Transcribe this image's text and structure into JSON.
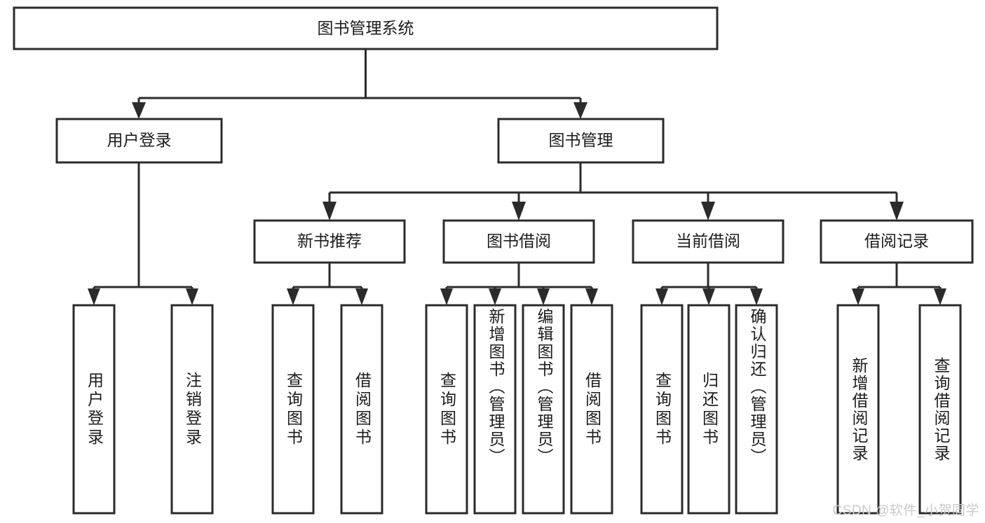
{
  "diagram": {
    "title": "图书管理系统",
    "type": "tree-hierarchy",
    "watermark": "CSDN @软件_小贺同学",
    "colors": {
      "box_stroke": "#2b2b2b",
      "box_fill": "#ffffff",
      "text": "#1c1c1c",
      "connector": "#2b2b2b",
      "background": "#ffffff",
      "watermark": "#c9c9c9"
    },
    "root": {
      "label": "图书管理系统"
    },
    "level1": [
      {
        "label": "用户登录"
      },
      {
        "label": "图书管理"
      }
    ],
    "level2": [
      {
        "label": "新书推荐"
      },
      {
        "label": "图书借阅"
      },
      {
        "label": "当前借阅"
      },
      {
        "label": "借阅记录"
      }
    ],
    "leaves": {
      "user_login": [
        {
          "label": "用户登录"
        },
        {
          "label": "注销登录"
        }
      ],
      "new_book_recommend": [
        {
          "label": "查询图书"
        },
        {
          "label": "借阅图书"
        }
      ],
      "book_borrow": [
        {
          "label": "查询图书"
        },
        {
          "label": "新增图书（管理员）"
        },
        {
          "label": "编辑图书（管理员）"
        },
        {
          "label": "借阅图书"
        }
      ],
      "current_borrow": [
        {
          "label": "查询图书"
        },
        {
          "label": "归还图书"
        },
        {
          "label": "确认归还（管理员）"
        }
      ],
      "borrow_record": [
        {
          "label": "新增借阅记录"
        },
        {
          "label": "查询借阅记录"
        }
      ]
    }
  }
}
